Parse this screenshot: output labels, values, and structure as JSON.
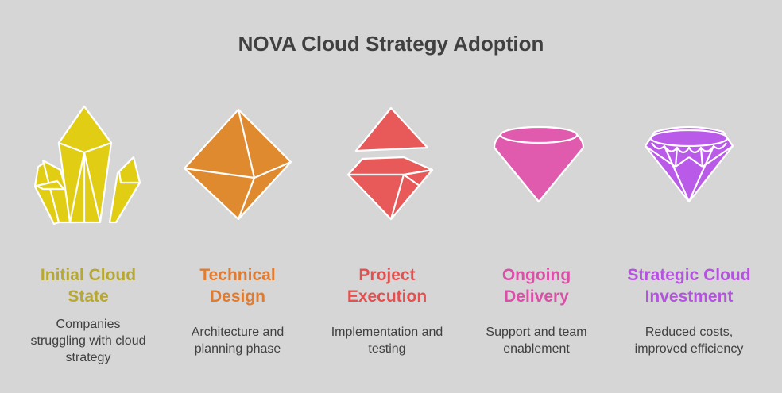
{
  "title": "NOVA Cloud Strategy Adoption",
  "stages": [
    {
      "heading": "Initial Cloud\nState",
      "description": "Companies\nstruggling with cloud\nstrategy",
      "color": "#b8a830",
      "icon": "crystal-cluster-icon"
    },
    {
      "heading": "Technical\nDesign",
      "description": "Architecture and\nplanning phase",
      "color": "#e07b2f",
      "icon": "octahedron-icon"
    },
    {
      "heading": "Project\nExecution",
      "description": "Implementation and\ntesting",
      "color": "#e35050",
      "icon": "split-crystal-icon"
    },
    {
      "heading": "Ongoing\nDelivery",
      "description": "Support and team\nenablement",
      "color": "#db4fa8",
      "icon": "cone-gem-icon"
    },
    {
      "heading": "Strategic Cloud\nInvestment",
      "description": "Reduced costs,\nimproved efficiency",
      "color": "#b552e0",
      "icon": "diamond-icon"
    }
  ]
}
